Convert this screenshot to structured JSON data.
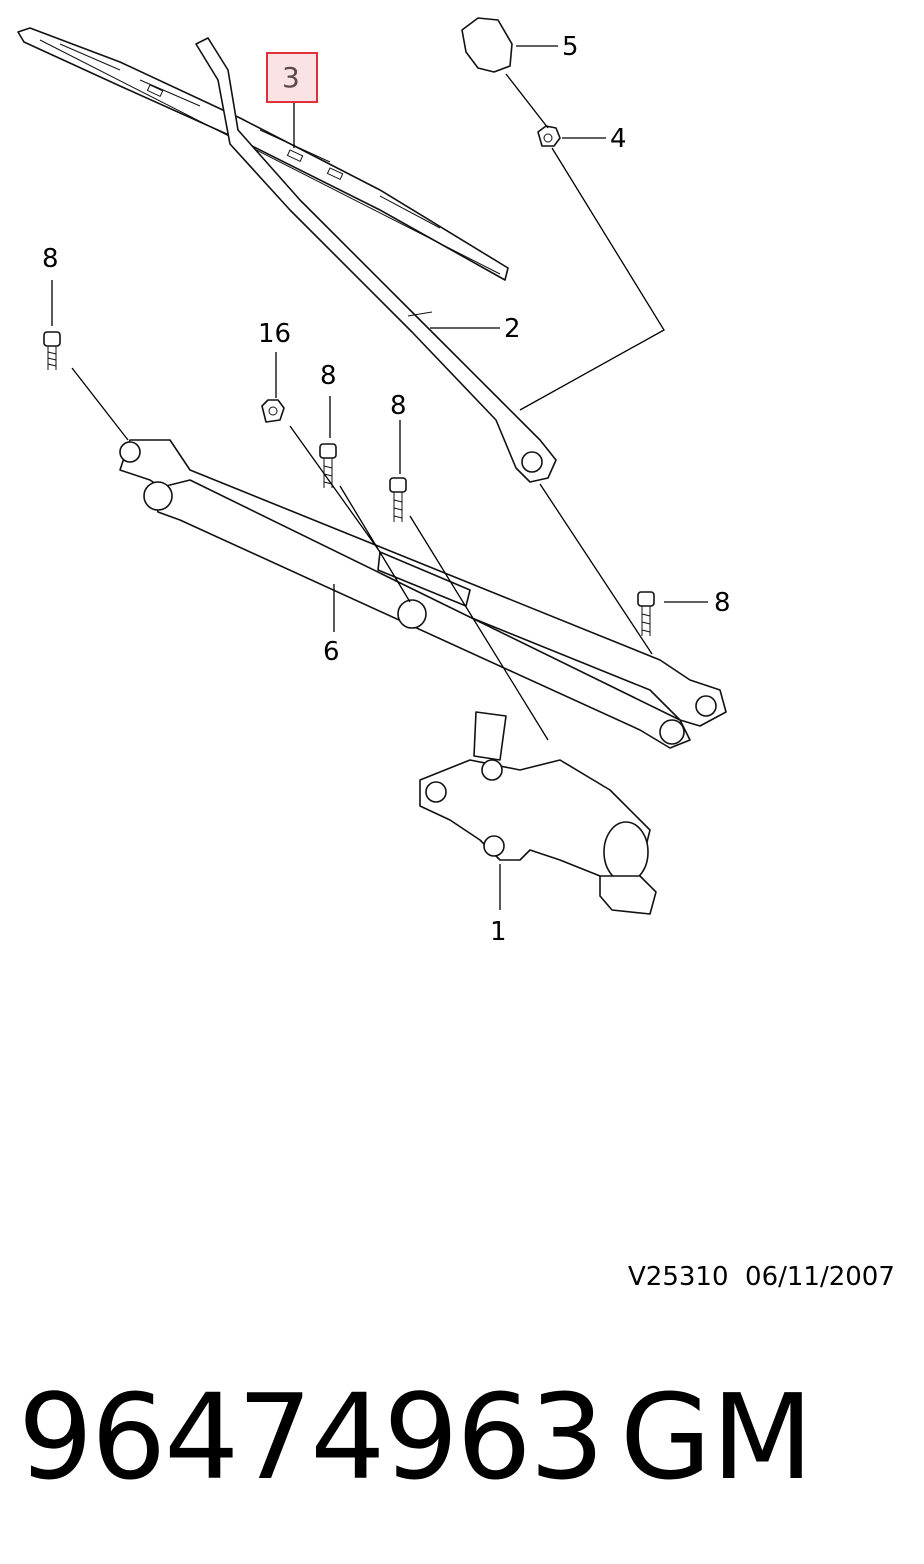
{
  "callouts": {
    "c1": "1",
    "c2": "2",
    "c3": "3",
    "c4": "4",
    "c5": "5",
    "c6": "6",
    "c8a": "8",
    "c8b": "8",
    "c8c": "8",
    "c8d": "8",
    "c16": "16"
  },
  "colors": {
    "highlight_border": "#e0303a",
    "highlight_fill": "#fbe3e5"
  },
  "footer": {
    "drawing_code": "V25310",
    "date": "06/11/2007",
    "part_number": "96474963",
    "brand": "GM"
  }
}
